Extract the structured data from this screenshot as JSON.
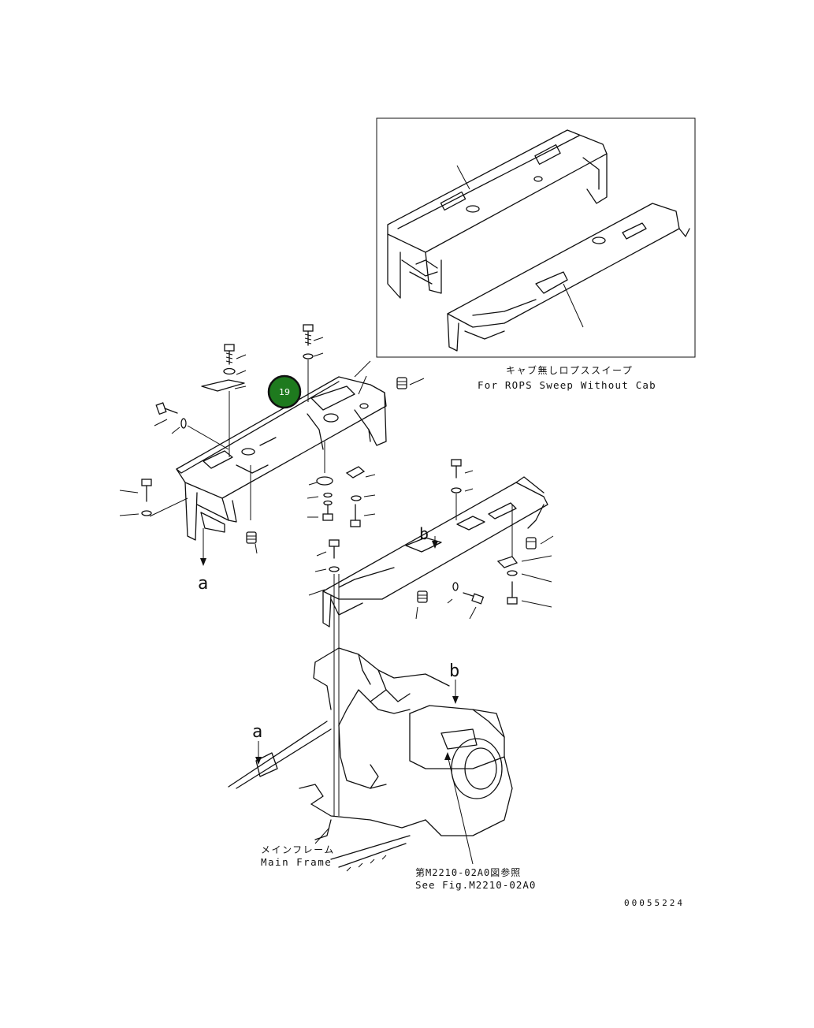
{
  "inset": {
    "caption_jp": "キャブ無しロプススイープ",
    "caption_en": "For ROPS Sweep Without Cab"
  },
  "letters": {
    "a": "a",
    "b": "b"
  },
  "labels": {
    "main_frame_jp": "メインフレーム",
    "main_frame_en": "Main Frame",
    "ref_jp": "第M2210-02A0図参照",
    "ref_en": "See Fig.M2210-02A0"
  },
  "hotspot": {
    "number": "19",
    "color": "#1e7a1e"
  },
  "drawing_number": "00055224"
}
